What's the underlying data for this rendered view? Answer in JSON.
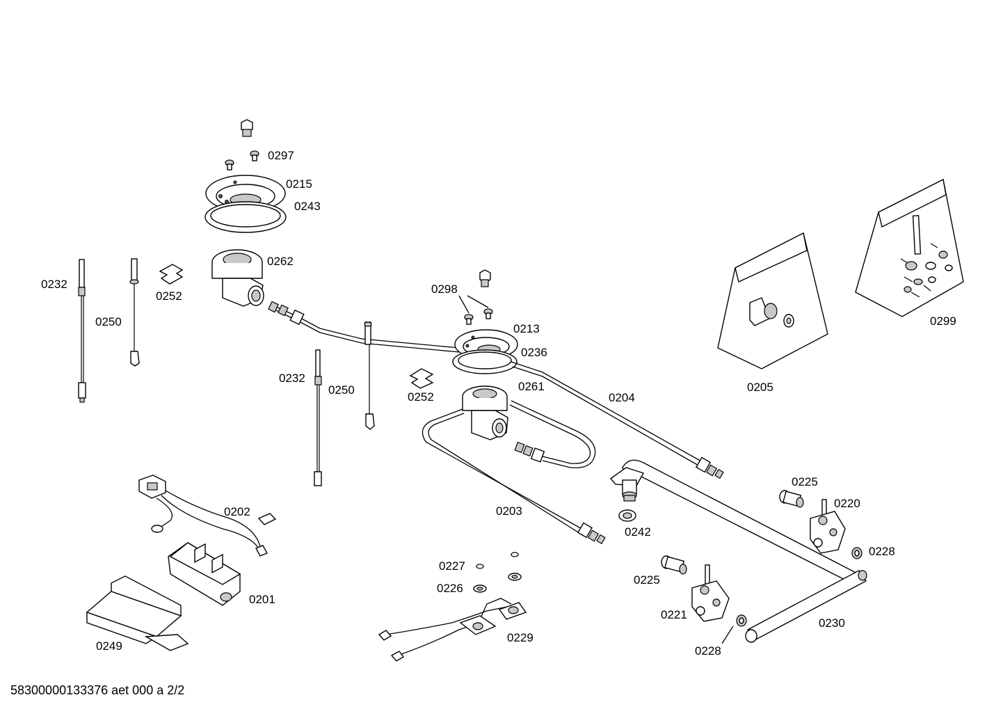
{
  "diagram": {
    "part_labels": {
      "l0297": "0297",
      "l0215": "0215",
      "l0243": "0243",
      "l0262": "0262",
      "l0232a": "0232",
      "l0250a": "0250",
      "l0252a": "0252",
      "l0298": "0298",
      "l0213": "0213",
      "l0236": "0236",
      "l0232b": "0232",
      "l0250b": "0250",
      "l0252b": "0252",
      "l0261": "0261",
      "l0204": "0204",
      "l0205": "0205",
      "l0299": "0299",
      "l0202": "0202",
      "l0203": "0203",
      "l0242": "0242",
      "l0225a": "0225",
      "l0220": "0220",
      "l0228a": "0228",
      "l0227": "0227",
      "l0226": "0226",
      "l0201": "0201",
      "l0225b": "0225",
      "l0221": "0221",
      "l0229": "0229",
      "l0230": "0230",
      "l0249": "0249",
      "l0228b": "0228"
    }
  },
  "footer": {
    "document_id": "58300000133376 aet 000 a 2/2"
  }
}
